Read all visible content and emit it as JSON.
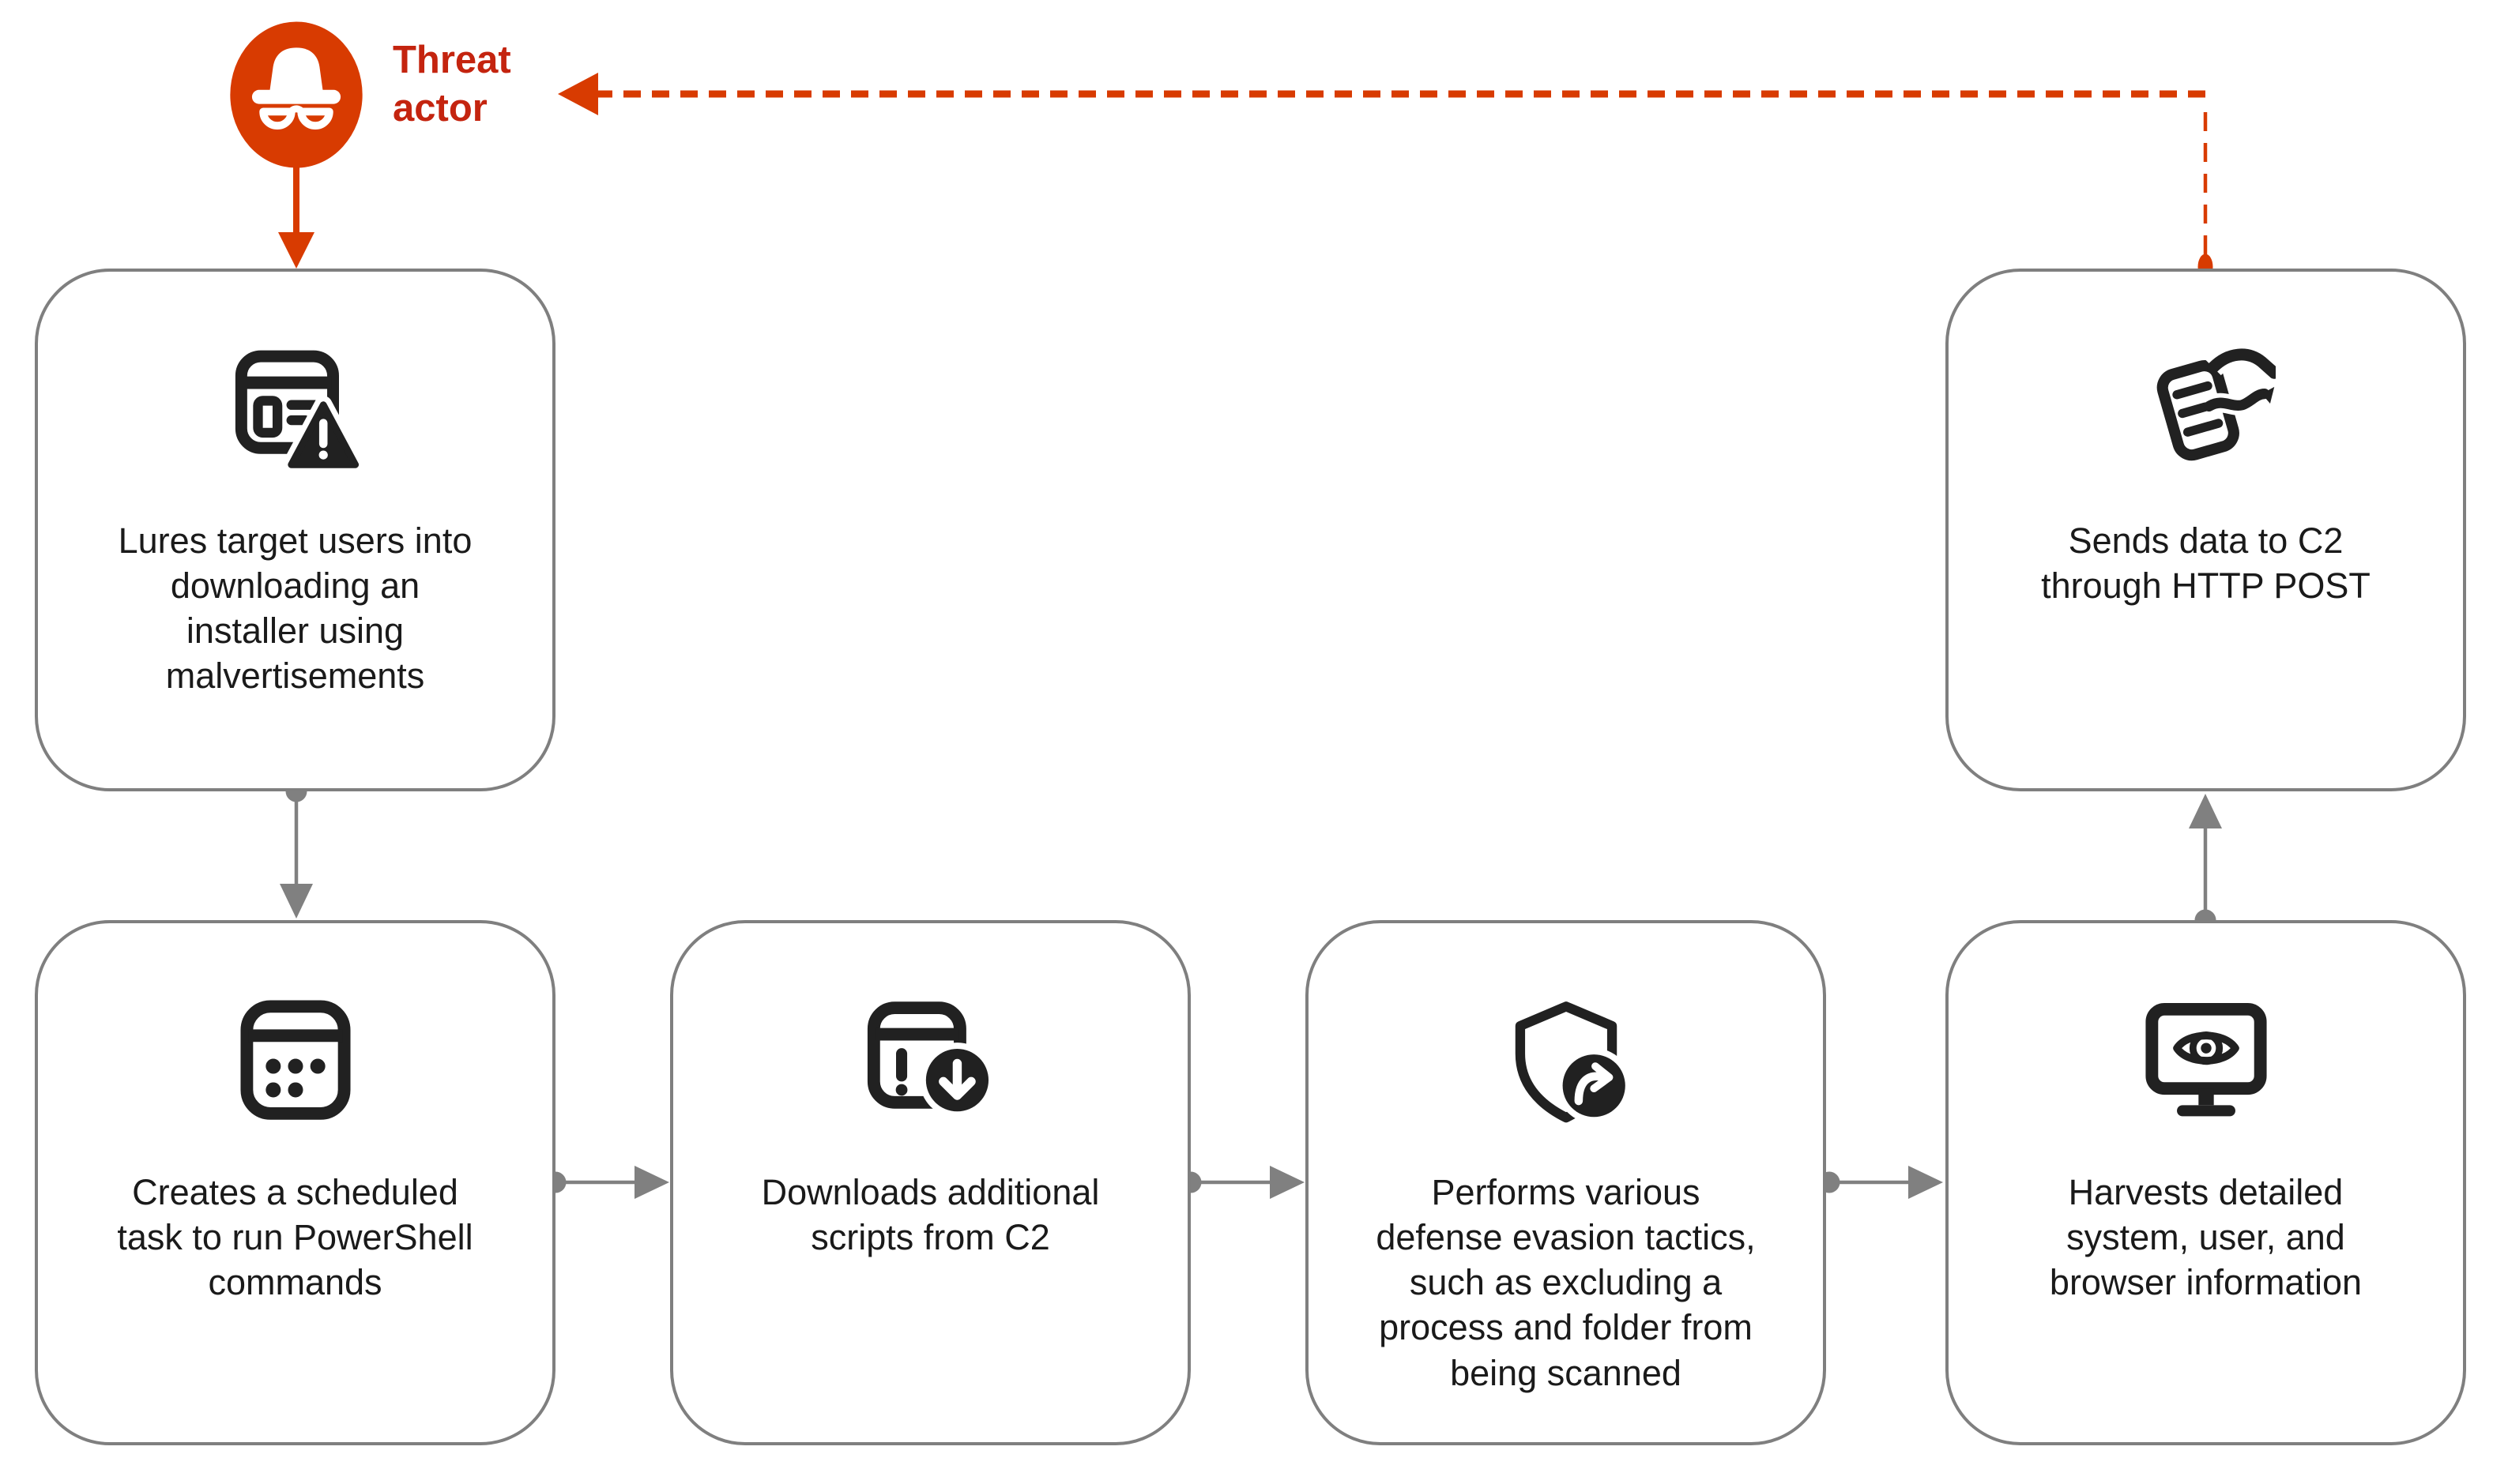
{
  "diagram": {
    "actor": {
      "label": "Threat\nactor",
      "icon": "threat-actor-incognito-icon"
    },
    "steps": [
      {
        "id": "lure",
        "icon": "browser-warning-icon",
        "label": "Lures target users into\ndownloading an\ninstaller using\nmalvertisements"
      },
      {
        "id": "scheduled-task",
        "icon": "scheduled-task-icon",
        "label": "Creates a scheduled\ntask to run PowerShell\ncommands"
      },
      {
        "id": "download-scripts",
        "icon": "script-download-icon",
        "label": "Downloads additional\nscripts from C2"
      },
      {
        "id": "defense-evasion",
        "icon": "shield-bypass-icon",
        "label": "Performs various\ndefense evasion tactics,\nsuch as excluding a\nprocess and folder from\nbeing scanned"
      },
      {
        "id": "harvest-info",
        "icon": "monitor-eye-icon",
        "label": "Harvests detailed\nsystem, user, and\nbrowser information"
      },
      {
        "id": "exfiltration",
        "icon": "document-exfiltration-icon",
        "label": "Sends data to C2\nthrough HTTP POST"
      }
    ],
    "connections": [
      {
        "from": "threat-actor",
        "to": "lure",
        "style": "solid",
        "color": "#d83b01"
      },
      {
        "from": "lure",
        "to": "scheduled-task",
        "style": "solid",
        "color": "#808080"
      },
      {
        "from": "scheduled-task",
        "to": "download-scripts",
        "style": "solid",
        "color": "#808080"
      },
      {
        "from": "download-scripts",
        "to": "defense-evasion",
        "style": "solid",
        "color": "#808080"
      },
      {
        "from": "defense-evasion",
        "to": "harvest-info",
        "style": "solid",
        "color": "#808080"
      },
      {
        "from": "harvest-info",
        "to": "exfiltration",
        "style": "solid",
        "color": "#808080"
      },
      {
        "from": "exfiltration",
        "to": "threat-actor",
        "style": "dashed",
        "color": "#d83b01"
      }
    ],
    "colors": {
      "accent_orange": "#d83b01",
      "actor_label_red": "#c4240f",
      "connector_gray": "#808080",
      "box_border_gray": "#7f7f7f",
      "icon_black": "#212121",
      "text_black": "#1a1a1a",
      "background": "#ffffff"
    }
  }
}
